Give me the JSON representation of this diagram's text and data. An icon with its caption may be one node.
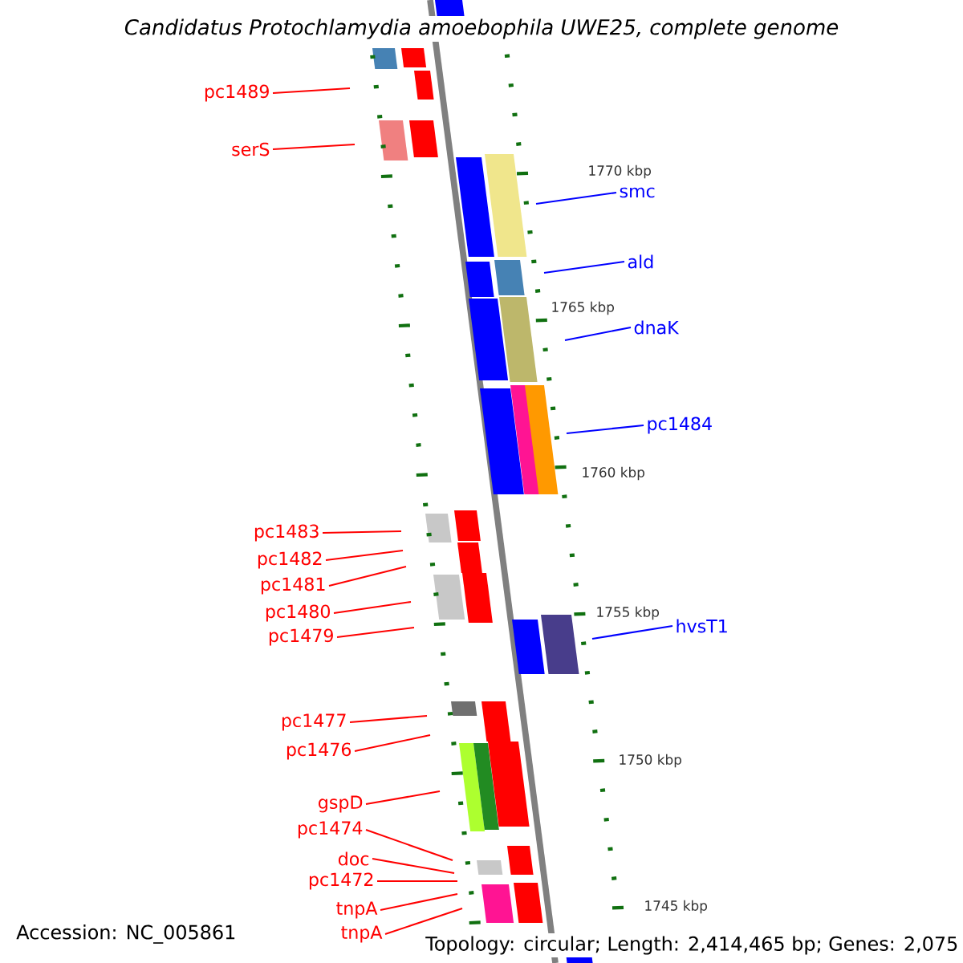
{
  "diagram": {
    "title": "Candidatus Protochlamydia amoebophila UWE25, complete genome",
    "nodes": [
      {
        "text": [
          "pc1489"
        ]
      },
      {
        "text": [
          "serS"
        ]
      },
      {
        "text": [
          "smc"
        ]
      },
      {
        "text": [
          "ald"
        ]
      },
      {
        "text": [
          "dnaK"
        ]
      },
      {
        "text": [
          "pc1484"
        ]
      },
      {
        "text": [
          "pc1483"
        ]
      },
      {
        "text": [
          "pc1482"
        ]
      },
      {
        "text": [
          "pc1481"
        ]
      },
      {
        "text": [
          "pc1480"
        ]
      },
      {
        "text": [
          "pc1479"
        ]
      },
      {
        "text": [
          "hvsT1"
        ]
      },
      {
        "text": [
          "pc1477"
        ]
      },
      {
        "text": [
          "pc1476"
        ]
      },
      {
        "text": [
          "gspD"
        ]
      },
      {
        "text": [
          "pc1474"
        ]
      },
      {
        "text": [
          "doc"
        ]
      },
      {
        "text": [
          "pc1472"
        ]
      },
      {
        "text": [
          "tnpA"
        ]
      },
      {
        "text": [
          "tnpA"
        ]
      }
    ],
    "edges": [
      {
        "from": 0,
        "to": null,
        "arrow": "none"
      },
      {
        "from": 1,
        "to": null,
        "arrow": "none"
      },
      {
        "from": 2,
        "to": null,
        "arrow": "none",
        "color": "#0000ff"
      },
      {
        "from": 3,
        "to": null,
        "arrow": "none",
        "color": "#0000ff"
      },
      {
        "from": 4,
        "to": null,
        "arrow": "none",
        "color": "#0000ff"
      },
      {
        "from": 5,
        "to": null,
        "arrow": "none",
        "color": "#0000ff"
      },
      {
        "from": 6,
        "to": null,
        "arrow": "none"
      },
      {
        "from": 7,
        "to": null,
        "arrow": "none"
      },
      {
        "from": 8,
        "to": null,
        "arrow": "none"
      },
      {
        "from": 9,
        "to": null,
        "arrow": "none"
      },
      {
        "from": 10,
        "to": null,
        "arrow": "none"
      },
      {
        "from": 11,
        "to": null,
        "arrow": "none",
        "color": "#0000ff"
      },
      {
        "from": 12,
        "to": null,
        "arrow": "none"
      },
      {
        "from": 13,
        "to": null,
        "arrow": "none"
      },
      {
        "from": 14,
        "to": null,
        "arrow": "none"
      },
      {
        "from": 15,
        "to": null,
        "arrow": "none"
      },
      {
        "from": 16,
        "to": null,
        "arrow": "none"
      },
      {
        "from": 17,
        "to": null,
        "arrow": "none"
      },
      {
        "from": 18,
        "to": null,
        "arrow": "none"
      },
      {
        "from": 19,
        "to": null,
        "arrow": "none"
      }
    ],
    "labels": [
      "1770 kbp",
      "1765 kbp",
      "1760 kbp",
      "1755 kbp",
      "1750 kbp",
      "1745 kbp",
      "Accession: NC_005861",
      "Topology: circular; Length: 2,414,465 bp; Genes: 2,075"
    ]
  }
}
